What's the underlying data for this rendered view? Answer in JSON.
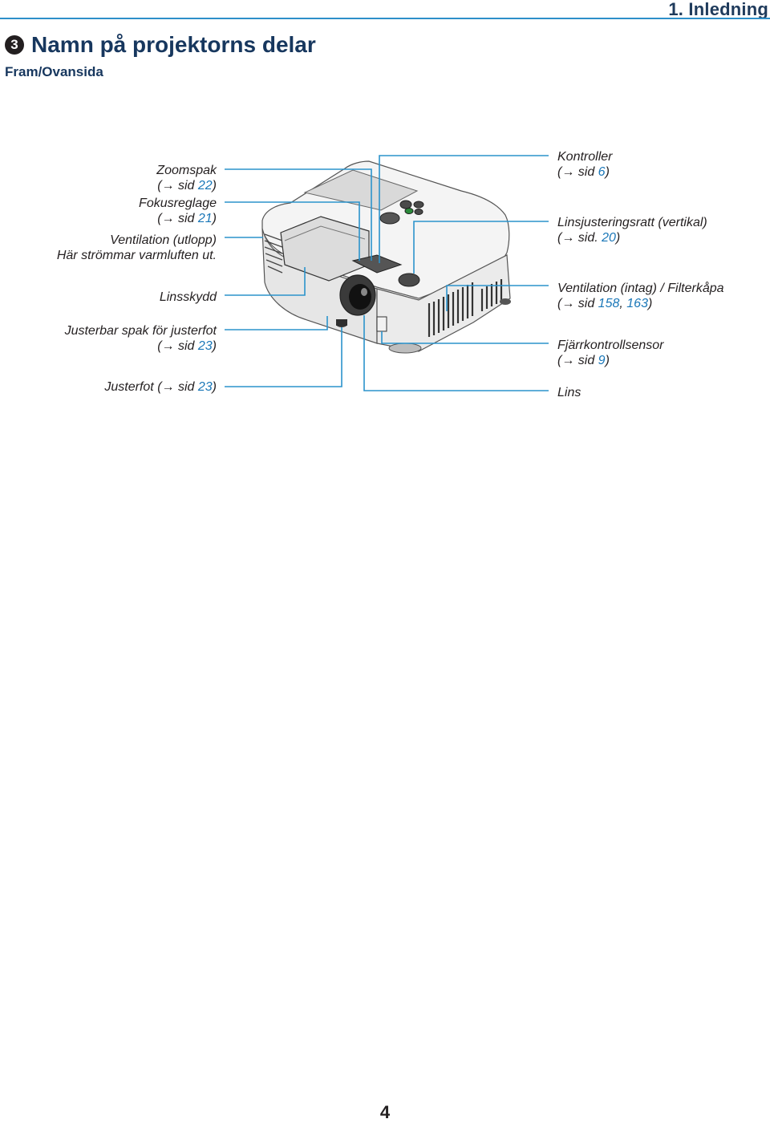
{
  "header": {
    "chapter": "1. Inledning"
  },
  "section": {
    "number": "3",
    "title": "Namn på projektorns delar",
    "subtitle": "Fram/Ovansida"
  },
  "left_labels": [
    {
      "line1": "Zoomspak",
      "line2_pre": "(→ sid ",
      "line2_ref": "22",
      "line2_post": ")"
    },
    {
      "line1": "Fokusreglage",
      "line2_pre": "(→ sid ",
      "line2_ref": "21",
      "line2_post": ")"
    },
    {
      "line1": "Ventilation (utlopp)",
      "line2": "Här strömmar varmluften ut."
    },
    {
      "line1": "Linsskydd"
    },
    {
      "line1": "Justerbar spak för justerfot",
      "line2_pre": "(→ sid ",
      "line2_ref": "23",
      "line2_post": ")"
    },
    {
      "line1_pre": "Justerfot (→ sid ",
      "line1_ref": "23",
      "line1_post": ")"
    }
  ],
  "right_labels": [
    {
      "line1": "Kontroller",
      "line2_pre": "(→ sid ",
      "line2_ref": "6",
      "line2_post": ")"
    },
    {
      "line1": "Linsjusteringsratt (vertikal)",
      "line2_pre": "(→ sid. ",
      "line2_ref": "20",
      "line2_post": ")"
    },
    {
      "line1": "Ventilation (intag) / Filterkåpa",
      "line2_pre": "(→ sid ",
      "line2_ref": "158",
      "line2_mid": ", ",
      "line2_ref2": "163",
      "line2_post": ")"
    },
    {
      "line1": "Fjärrkontrollsensor",
      "line2_pre": "(→ sid ",
      "line2_ref": "9",
      "line2_post": ")"
    },
    {
      "line1": "Lins"
    }
  ],
  "footer": {
    "page_number": "4"
  }
}
